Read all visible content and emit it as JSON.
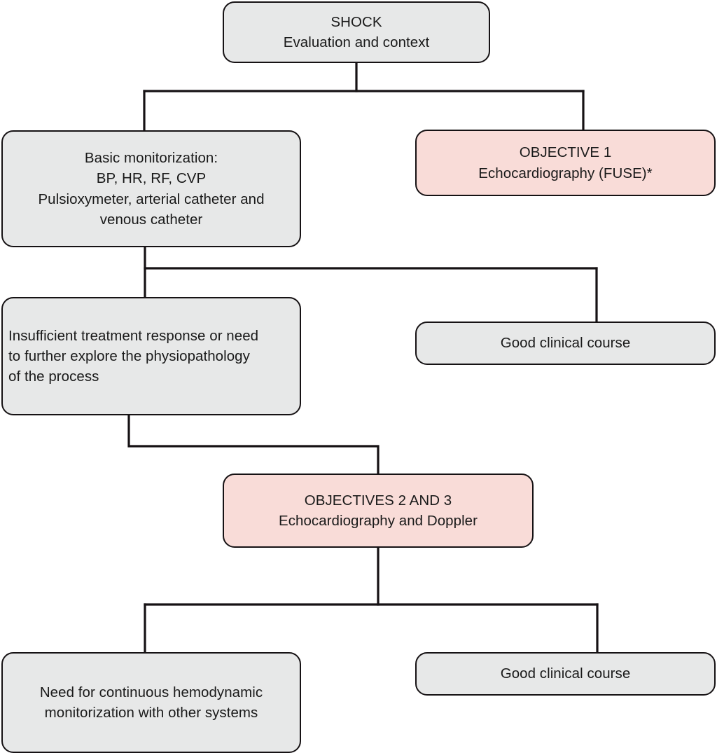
{
  "diagram": {
    "title": "Shock evaluation and echocardiography flowchart",
    "colors": {
      "box_grey_fill": "#e7e8e8",
      "box_pink_fill": "#f9dcd8",
      "box_border": "#161214",
      "connector_line": "#161214",
      "text": "#1a1a1a",
      "background": "#ffffff"
    },
    "nodes": [
      {
        "id": "shock",
        "style": "grey",
        "align": "center",
        "lines": [
          "SHOCK",
          "Evaluation and context"
        ],
        "text": "SHOCK\nEvaluation and context"
      },
      {
        "id": "basic-monitoring",
        "style": "grey",
        "align": "center",
        "lines": [
          "Basic monitorization:",
          "BP, HR, RF, CVP",
          "Pulsioxymeter, arterial catheter and",
          "venous catheter"
        ],
        "text": "Basic monitorization:\nBP, HR, RF, CVP\nPulsioxymeter, arterial catheter and\nvenous catheter"
      },
      {
        "id": "objective-1",
        "style": "pink",
        "align": "center",
        "lines": [
          "OBJECTIVE 1",
          "Echocardiography (FUSE)*"
        ],
        "text": "OBJECTIVE 1\nEchocardiography (FUSE)*"
      },
      {
        "id": "insufficient",
        "style": "grey",
        "align": "left",
        "lines": [
          "Insufficient treatment response or need",
          "to further explore the physiopathology",
          "of the process"
        ],
        "text": "Insufficient treatment response or need\nto further explore the physiopathology\nof the process"
      },
      {
        "id": "good-course-1",
        "style": "grey",
        "align": "center",
        "lines": [
          "Good clinical course"
        ],
        "text": "Good clinical course"
      },
      {
        "id": "objectives-23",
        "style": "pink",
        "align": "center",
        "lines": [
          "OBJECTIVES 2 AND 3",
          "Echocardiography and Doppler"
        ],
        "text": "OBJECTIVES 2 AND 3\nEchocardiography and Doppler"
      },
      {
        "id": "need-continuous",
        "style": "grey",
        "align": "center",
        "lines": [
          "Need for continuous hemodynamic",
          "monitorization with other systems"
        ],
        "text": "Need for continuous hemodynamic\nmonitorization with other systems"
      },
      {
        "id": "good-course-2",
        "style": "grey",
        "align": "center",
        "lines": [
          "Good clinical course"
        ],
        "text": "Good clinical course"
      }
    ],
    "edges": [
      {
        "id": "shock-to-split-1",
        "from": "shock",
        "to": [
          "basic-monitoring",
          "objective-1"
        ]
      },
      {
        "id": "basic-to-split-2",
        "from": "basic-monitoring",
        "to": [
          "insufficient",
          "good-course-1"
        ]
      },
      {
        "id": "insufficient-to-objectives-23",
        "from": "insufficient",
        "to": [
          "objectives-23"
        ]
      },
      {
        "id": "objectives-23-to-split-3",
        "from": "objectives-23",
        "to": [
          "need-continuous",
          "good-course-2"
        ]
      }
    ],
    "footnote_marker": "*"
  }
}
